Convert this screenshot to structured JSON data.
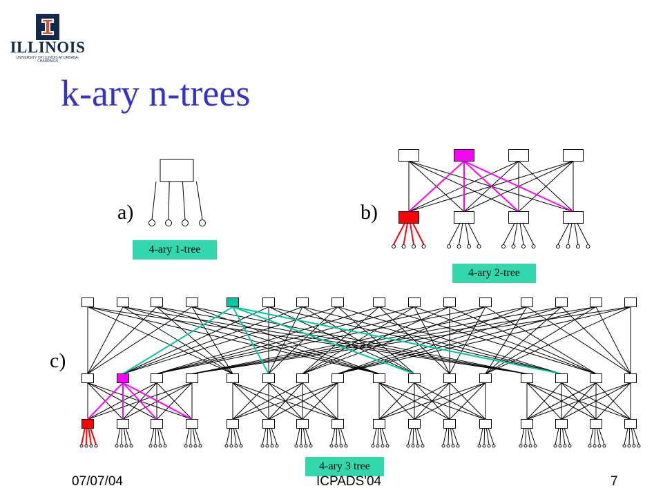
{
  "logo": {
    "word": "ILLINOIS",
    "sub": "UNIVERSITY OF ILLINOIS AT URBANA-CHAMPAIGN"
  },
  "title": "k-ary n-trees",
  "labels": {
    "a": "a)",
    "b": "b)",
    "c": "c)"
  },
  "captions": {
    "a": "4-ary 1-tree",
    "b": "4-ary 2-tree",
    "c": "4-ary 3 tree"
  },
  "footer": {
    "date": "07/07/04",
    "venue": "ICPADS'04",
    "page": "7"
  },
  "colors": {
    "title": "#3333cc",
    "caption_bg": "#33d7ad",
    "highlight_red": "#ff0000",
    "highlight_magenta": "#ff00ff",
    "highlight_teal": "#00c8a0",
    "illinois_blue": "#13294b"
  }
}
